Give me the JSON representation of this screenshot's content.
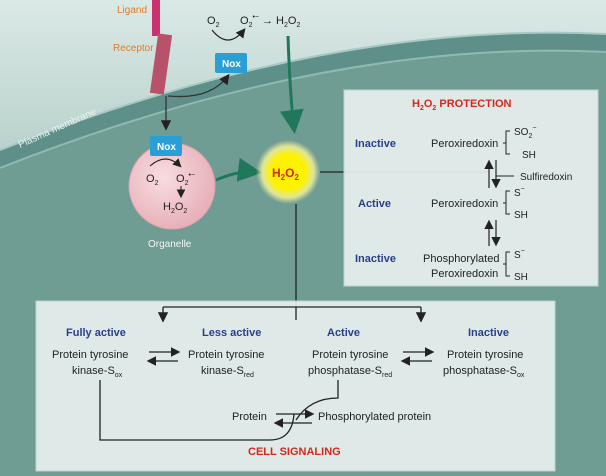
{
  "receptor_area": {
    "ligand": "Ligand",
    "receptor": "Receptor",
    "plasma_membrane": "Plasma membrane",
    "nox_badge": "Nox",
    "o2": "O",
    "o2_sub": "2",
    "o2_radical_sup": "•−",
    "h2o2_top": "→ H",
    "h2o2_sub1": "2",
    "h2o2_o": "O",
    "h2o2_sub2": "2"
  },
  "organelle": {
    "label": "Organelle",
    "nox_badge": "Nox",
    "o2": "O",
    "o2_sub": "2",
    "o2_radical_sup": "•−",
    "h2o2_h": "H",
    "h2o2_sub1": "2",
    "h2o2_o": "O",
    "h2o2_sub2": "2"
  },
  "center_h2o2": {
    "h": "H",
    "sub1": "2",
    "o": "O",
    "sub2": "2"
  },
  "protection": {
    "title_h": "H",
    "title_sub1": "2",
    "title_o": "O",
    "title_sub2": "2",
    "title_rest": " PROTECTION",
    "row1_state": "Inactive",
    "row1_protein": "Peroxiredoxin",
    "row1_top": "SO",
    "row1_top_sub": "2",
    "row1_top_sup": "−",
    "row1_bottom": "SH",
    "sulfiredoxin": "Sulfiredoxin",
    "row2_state": "Active",
    "row2_protein": "Peroxiredoxin",
    "row2_top": "S",
    "row2_top_sup": "−",
    "row2_bottom": "SH",
    "row3_state": "Inactive",
    "row3_protein_line1": "Phosphorylated",
    "row3_protein_line2": "Peroxiredoxin",
    "row3_top": "S",
    "row3_top_sup": "−",
    "row3_bottom": "SH"
  },
  "signaling": {
    "title": "CELL SIGNALING",
    "col1_state": "Fully active",
    "col1_line1": "Protein tyrosine",
    "col1_line2": "kinase-S",
    "col1_sub": "ox",
    "col2_state": "Less active",
    "col2_line1": "Protein tyrosine",
    "col2_line2": "kinase-S",
    "col2_sub": "red",
    "col3_state": "Active",
    "col3_line1": "Protein tyrosine",
    "col3_line2": "phosphatase-S",
    "col3_sub": "red",
    "col4_state": "Inactive",
    "col4_line1": "Protein tyrosine",
    "col4_line2": "phosphatase-S",
    "col4_sub": "ox",
    "protein": "Protein",
    "phosphorylated_protein": "Phosphorylated protein"
  },
  "colors": {
    "background": "#6f9c93",
    "cell_top": "#c7ddd8",
    "membrane": "#5e9089",
    "orange_label": "#e07b28",
    "title_red": "#d8261c",
    "state_blue": "#2a3f8c",
    "nox_blue": "#2a9fd6",
    "organelle_pink": "#f2c9cf",
    "box_fill": "#e8f0ee",
    "glow_yellow": "#fff200",
    "green_arrow": "#20785a"
  }
}
